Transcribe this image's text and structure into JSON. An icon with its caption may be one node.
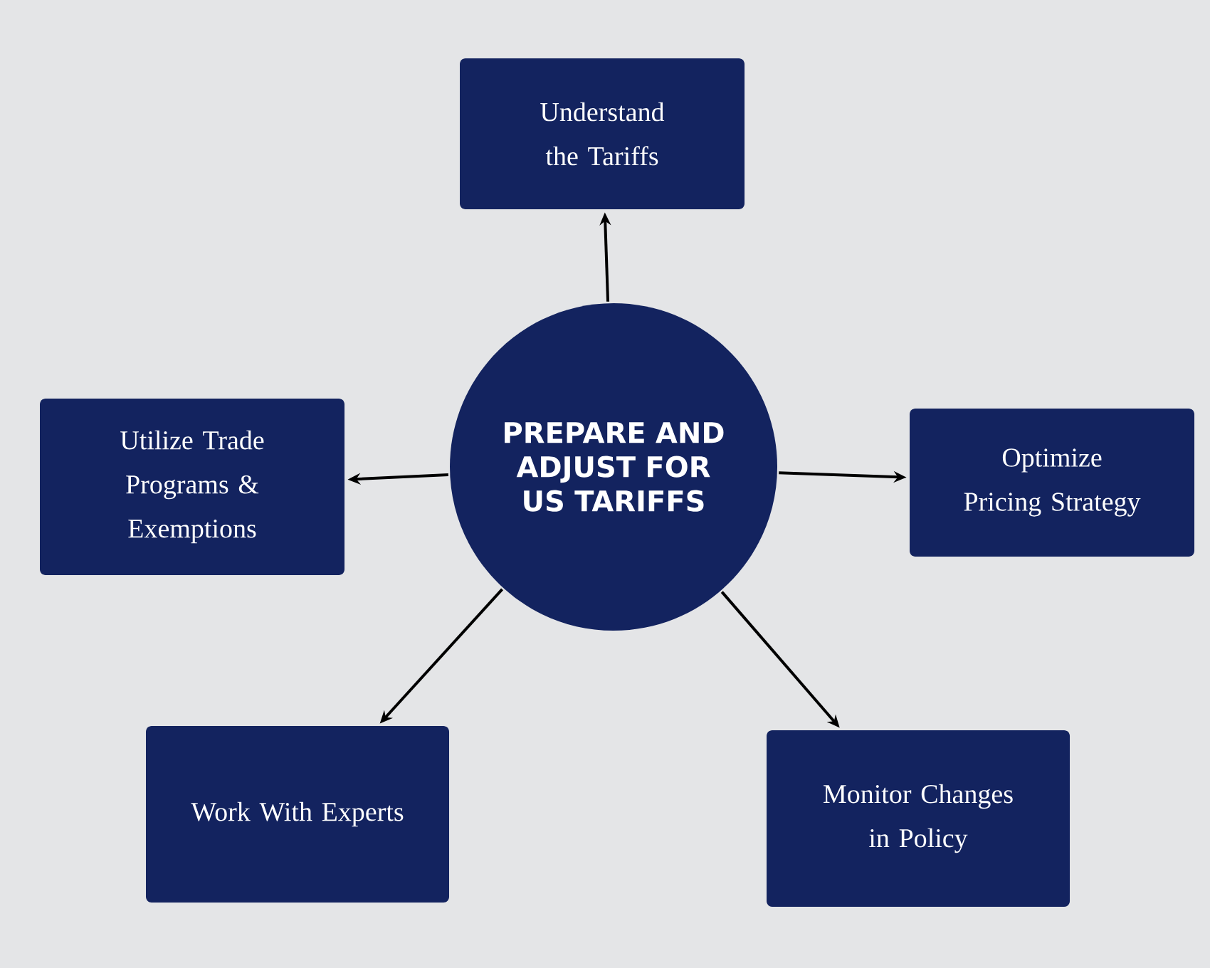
{
  "diagram": {
    "nodes": [
      {
        "text": [
          "PREPARE AND ADJUST FOR US TARIFFS"
        ]
      },
      {
        "text": [
          "Understand the Tariffs"
        ]
      },
      {
        "text": [
          "Utilize Trade Programs & Exemptions"
        ]
      },
      {
        "text": [
          "Optimize Pricing Strategy"
        ]
      },
      {
        "text": [
          "Work With Experts"
        ]
      },
      {
        "text": [
          "Monitor Changes in Policy"
        ]
      }
    ],
    "edges": [
      {
        "from": 0,
        "to": 1,
        "arrow": "to"
      },
      {
        "from": 0,
        "to": 2,
        "arrow": "to"
      },
      {
        "from": 0,
        "to": 3,
        "arrow": "to"
      },
      {
        "from": 0,
        "to": 4,
        "arrow": "to"
      },
      {
        "from": 0,
        "to": 5,
        "arrow": "to"
      }
    ]
  }
}
